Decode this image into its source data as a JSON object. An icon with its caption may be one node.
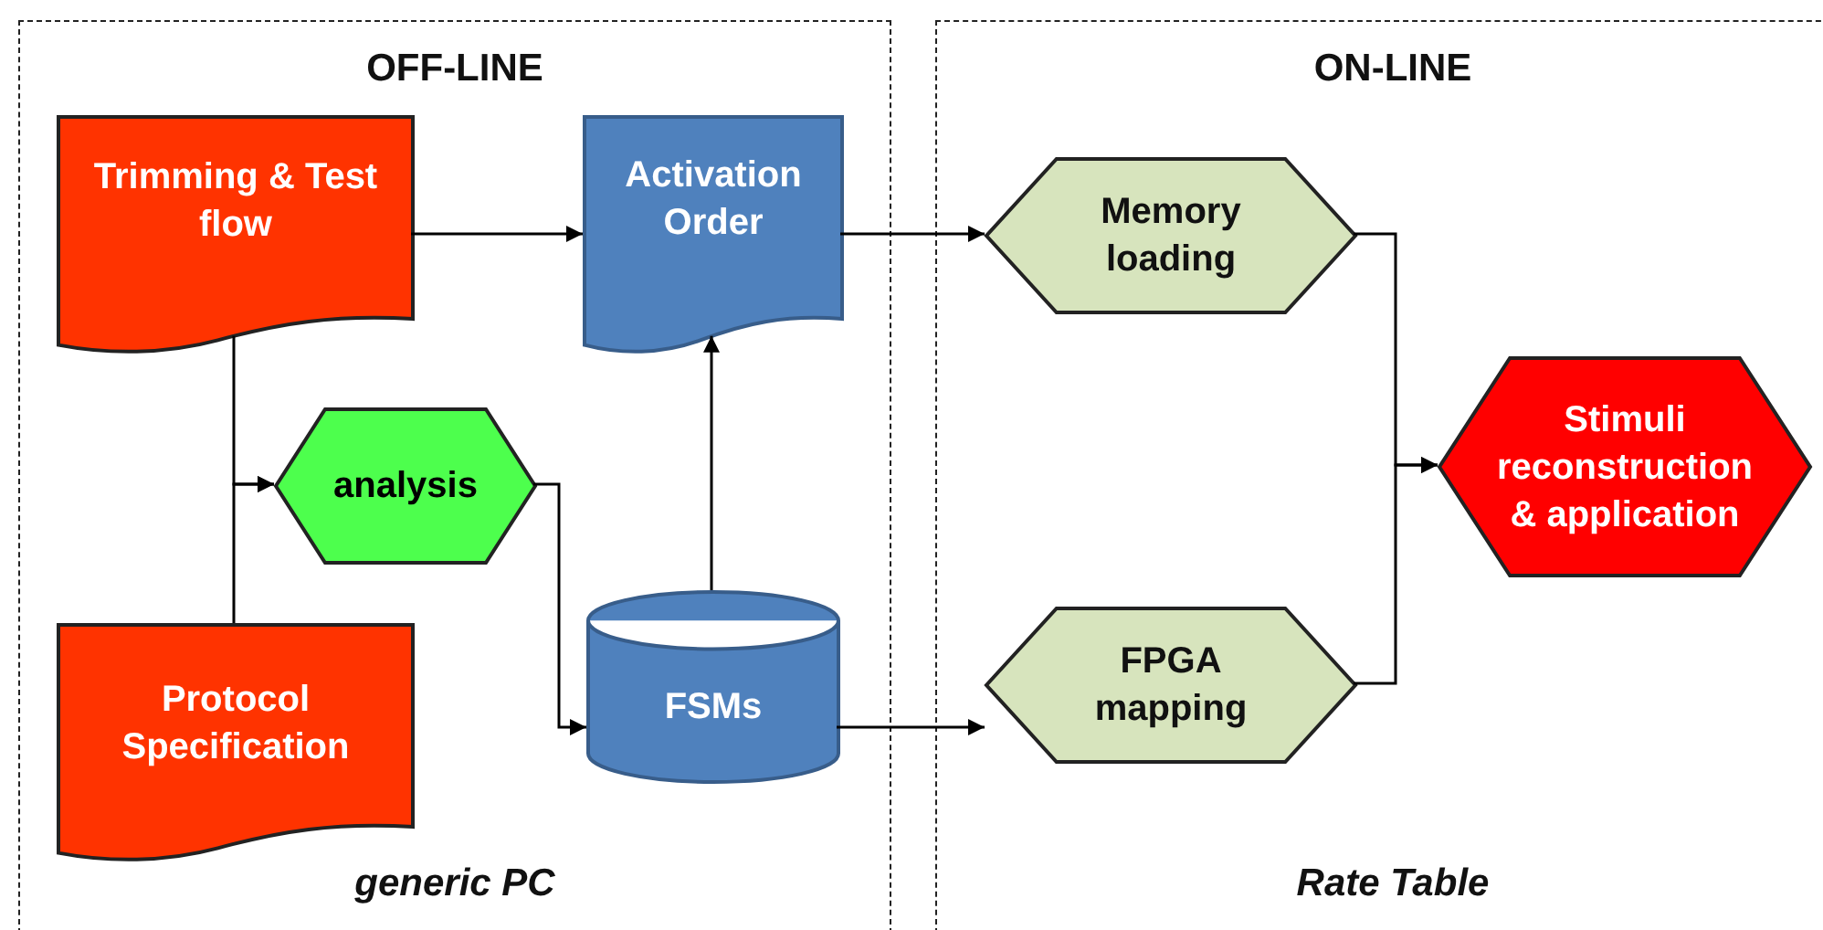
{
  "diagram": {
    "nodes": [
      {
        "text": [
          "OFF-LINE",
          "generic PC"
        ]
      },
      {
        "text": [
          "Trimming & Test flow"
        ],
        "in": 0
      },
      {
        "text": [
          "Activation Order"
        ],
        "in": 0
      },
      {
        "text": [
          "analysis"
        ],
        "in": 0
      },
      {
        "text": [
          "Protocol Specification"
        ],
        "in": 0
      },
      {
        "text": [
          "FSMs"
        ],
        "in": 0
      },
      {
        "text": [
          "ON-LINE",
          "Rate Table"
        ]
      },
      {
        "text": [
          "Memory loading"
        ],
        "in": 6
      },
      {
        "text": [
          "FPGA mapping"
        ],
        "in": 6
      },
      {
        "text": [
          "Stimuli reconstruction & application"
        ],
        "in": 6
      }
    ],
    "edges": [
      {
        "from": 1,
        "to": 2,
        "arrow": "to"
      },
      {
        "from": 1,
        "to": 3,
        "arrow": "to"
      },
      {
        "from": 4,
        "to": 3,
        "arrow": "to"
      },
      {
        "from": 3,
        "to": 5,
        "arrow": "to"
      },
      {
        "from": 5,
        "to": 2,
        "arrow": "to"
      },
      {
        "from": 2,
        "to": 7,
        "arrow": "to"
      },
      {
        "from": 5,
        "to": 8,
        "arrow": "to"
      },
      {
        "from": 7,
        "to": 9,
        "arrow": "to"
      },
      {
        "from": 8,
        "to": 9,
        "arrow": "to"
      }
    ]
  }
}
